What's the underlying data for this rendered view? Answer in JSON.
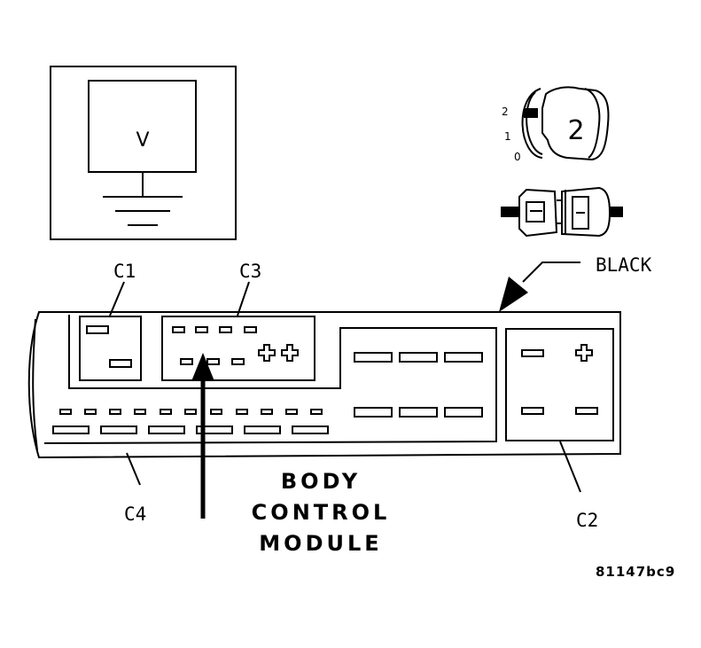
{
  "meter": {
    "symbol": "V"
  },
  "ignition": {
    "pos_2": "2",
    "pos_1": "1",
    "pos_0": "0",
    "key_label": "2"
  },
  "connectors": {
    "c1": "C1",
    "c2": "C2",
    "c3": "C3",
    "c4": "C4",
    "color": "BLACK"
  },
  "module": {
    "line1": "BODY",
    "line2": "CONTROL",
    "line3": "MODULE"
  },
  "figure_ref": "81147bc9"
}
